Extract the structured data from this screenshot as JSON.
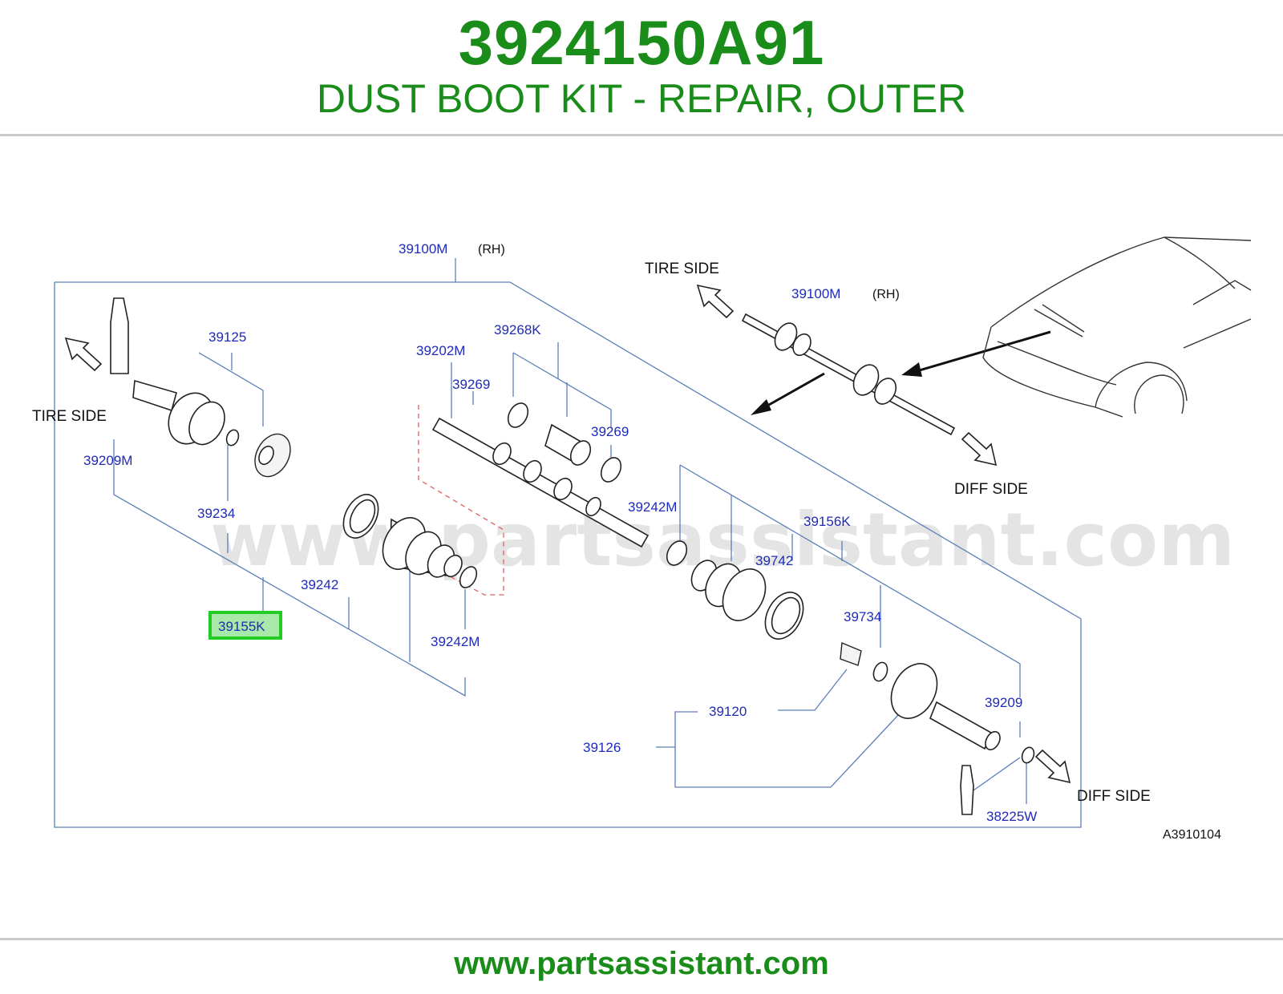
{
  "header": {
    "part_number": "3924150A91",
    "part_name": "DUST BOOT KIT - REPAIR, OUTER"
  },
  "footer": {
    "url": "www.partsassistant.com"
  },
  "diagram": {
    "watermark": "www.partsassistant.com",
    "figure_code": "A3910104",
    "highlighted_part": "39155K",
    "colors": {
      "brand_green": "#1a8c1a",
      "highlight_green": "#22cc22",
      "label_blue": "#1f2bb8",
      "leader_blue": "#5b7fb8"
    },
    "side_labels": {
      "tire_left": "TIRE  SIDE",
      "tire_top": "TIRE  SIDE",
      "diff_top": "DIFF  SIDE",
      "diff_bottom": "DIFF  SIDE"
    },
    "qualifiers": {
      "rh_main": "(RH)",
      "rh_inset": "(RH)"
    },
    "part_labels": {
      "p39100M": "39100M",
      "p39100M_inset": "39100M",
      "p39125": "39125",
      "p39268K": "39268K",
      "p39202M": "39202M",
      "p39269a": "39269",
      "p39269b": "39269",
      "p39209M": "39209M",
      "p39234": "39234",
      "p39242": "39242",
      "p39155K": "39155K",
      "p39242M_a": "39242M",
      "p39242M_b": "39242M",
      "p39156K": "39156K",
      "p39742": "39742",
      "p39734": "39734",
      "p39120": "39120",
      "p39126": "39126",
      "p39209": "39209",
      "p38225W": "38225W"
    }
  }
}
